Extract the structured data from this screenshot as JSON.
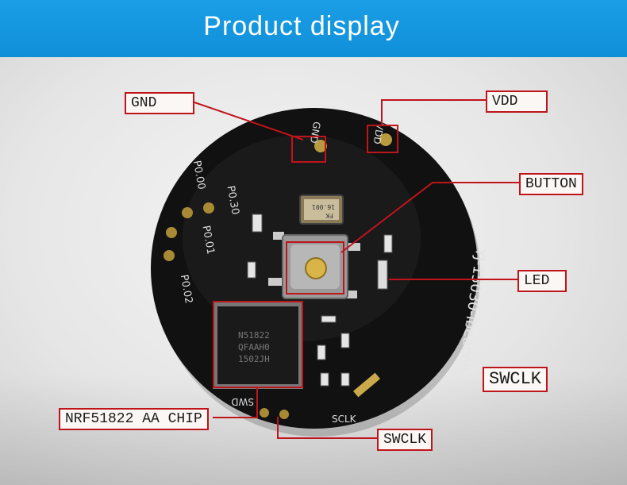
{
  "banner": {
    "title": "Product  display"
  },
  "colors": {
    "banner": "#1b9ee6",
    "callout": "#c0141b",
    "board": "#111111",
    "pad": "#b89a3f"
  },
  "board": {
    "silk_gnd": "GND",
    "silk_vdd": "VDD",
    "silk_p000": "P0.00",
    "silk_p030": "P0.30",
    "silk_p001": "P0.01",
    "silk_p002": "P0.02",
    "silk_model": "YJ-15030-Ibeacon",
    "silk_swd": "SWD",
    "silk_sclk": "SCLK",
    "crystal_line1": "FK",
    "crystal_line2": "16.001",
    "chip_line1": "N51822",
    "chip_line2": "QFAAH0",
    "chip_line3": "1502JH"
  },
  "callouts": {
    "gnd": "GND",
    "vdd": "VDD",
    "button": "BUTTON",
    "led": "LED",
    "swclk_right": "SWCLK",
    "chip": "NRF51822 AA CHIP",
    "swclk_bottom": "SWCLK"
  }
}
